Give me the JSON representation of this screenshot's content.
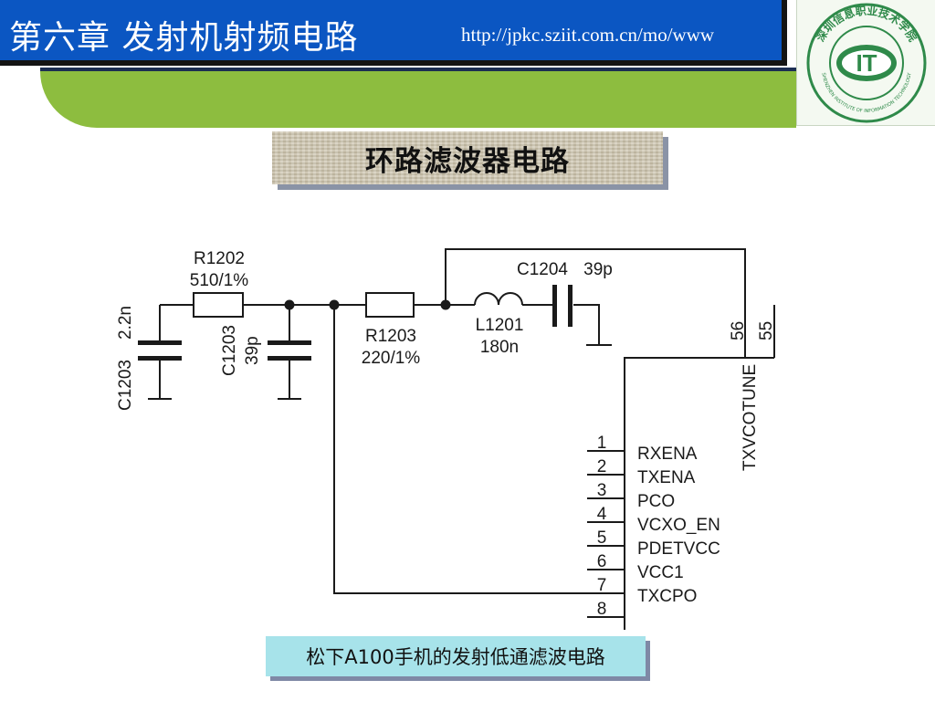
{
  "header": {
    "title": "第六章  发射机射频电路",
    "url": "http://jpkc.sziit.com.cn/mo/www"
  },
  "logo": {
    "icon": "school-seal-logo",
    "center_text": "IT",
    "ring_text_top": "深圳信息职业技术学院",
    "ring_text_bottom": "SHENZHEN INSTITUTE OF INFORMATION TECHNOLOGY"
  },
  "slide": {
    "title": "环路滤波器电路",
    "caption": "松下A100手机的发射低通滤波电路"
  },
  "circuit": {
    "components": [
      {
        "ref": "R1202",
        "value": "510/1%"
      },
      {
        "ref": "R1203",
        "value": "220/1%"
      },
      {
        "ref": "C1203",
        "value": "2.2n"
      },
      {
        "ref": "C1203",
        "value": "39p"
      },
      {
        "ref": "C1204",
        "value": "39p"
      },
      {
        "ref": "L1201",
        "value": "180n"
      }
    ],
    "ic_top_pins": [
      "56",
      "55"
    ],
    "ic_top_label": "TXVCOTUNE",
    "ic_pins": [
      {
        "num": "1",
        "name": "RXENA"
      },
      {
        "num": "2",
        "name": "TXENA"
      },
      {
        "num": "3",
        "name": "PCO"
      },
      {
        "num": "4",
        "name": "VCXO_EN"
      },
      {
        "num": "5",
        "name": "PDETVCC"
      },
      {
        "num": "6",
        "name": "VCC1"
      },
      {
        "num": "7",
        "name": "TXCPO"
      },
      {
        "num": "8",
        "name": ""
      }
    ]
  },
  "colors": {
    "header_blue": "#0b56c2",
    "header_green": "#8dbd3f",
    "caption_bg": "#a7e3ea",
    "logo_green": "#2f8a4a"
  }
}
